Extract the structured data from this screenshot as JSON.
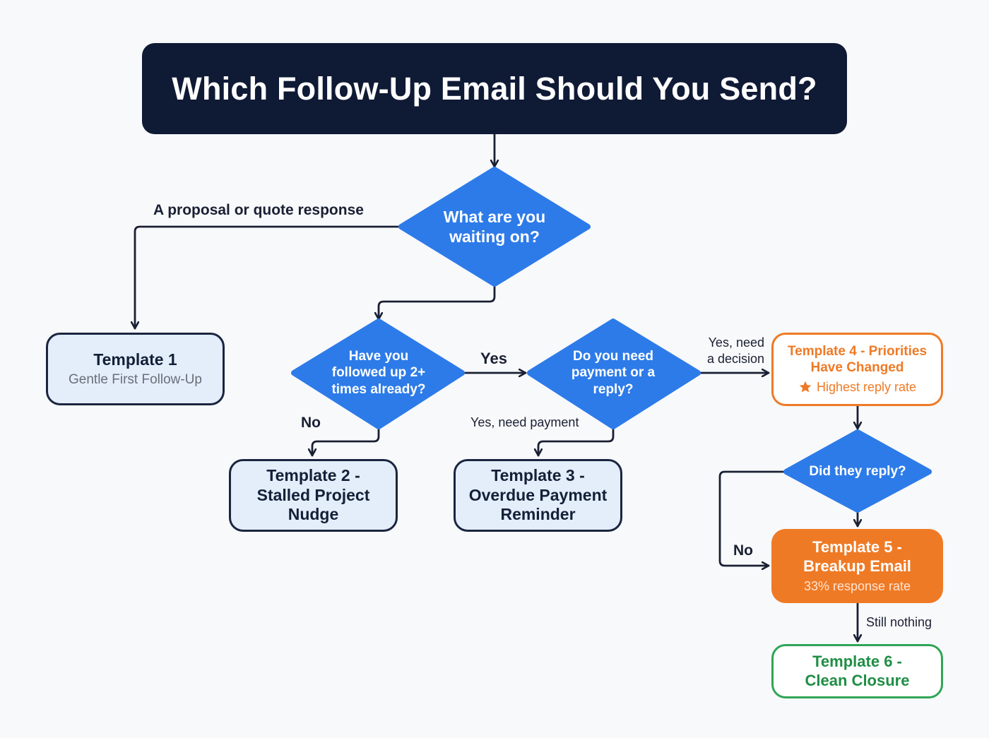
{
  "title": "Which Follow-Up Email Should You Send?",
  "nodes": {
    "d1": "What are you waiting on?",
    "d2": "Have you followed up 2+ times already?",
    "d3": "Do you need payment or a reply?",
    "d4": "Did they reply?",
    "t1": {
      "title": "Template 1",
      "sub": "Gentle First Follow-Up"
    },
    "t2": {
      "title": "Template 2 - Stalled Project Nudge"
    },
    "t3": {
      "title": "Template 3 - Overdue Payment Reminder"
    },
    "t4": {
      "title": "Template 4 - Priorities Have Changed",
      "sub": "Highest reply rate"
    },
    "t5": {
      "title": "Template 5 - Breakup Email",
      "sub": "33% response rate"
    },
    "t6": {
      "title": "Template 6 - Clean Closure"
    }
  },
  "edges": {
    "proposal": "A proposal or quote response",
    "yes": "Yes",
    "no_left": "No",
    "yes_payment": "Yes, need payment",
    "yes_decision": "Yes, need a decision",
    "no_reply": "No",
    "still_nothing": "Still nothing"
  },
  "colors": {
    "navy": "#0f1a35",
    "blue_diamond": "#2d7be9",
    "light_blue_fill": "#e4eefb",
    "orange": "#ef7a25",
    "green": "#2fa556",
    "green_text": "#1f8e45"
  },
  "icons": {
    "star": "star-icon"
  }
}
